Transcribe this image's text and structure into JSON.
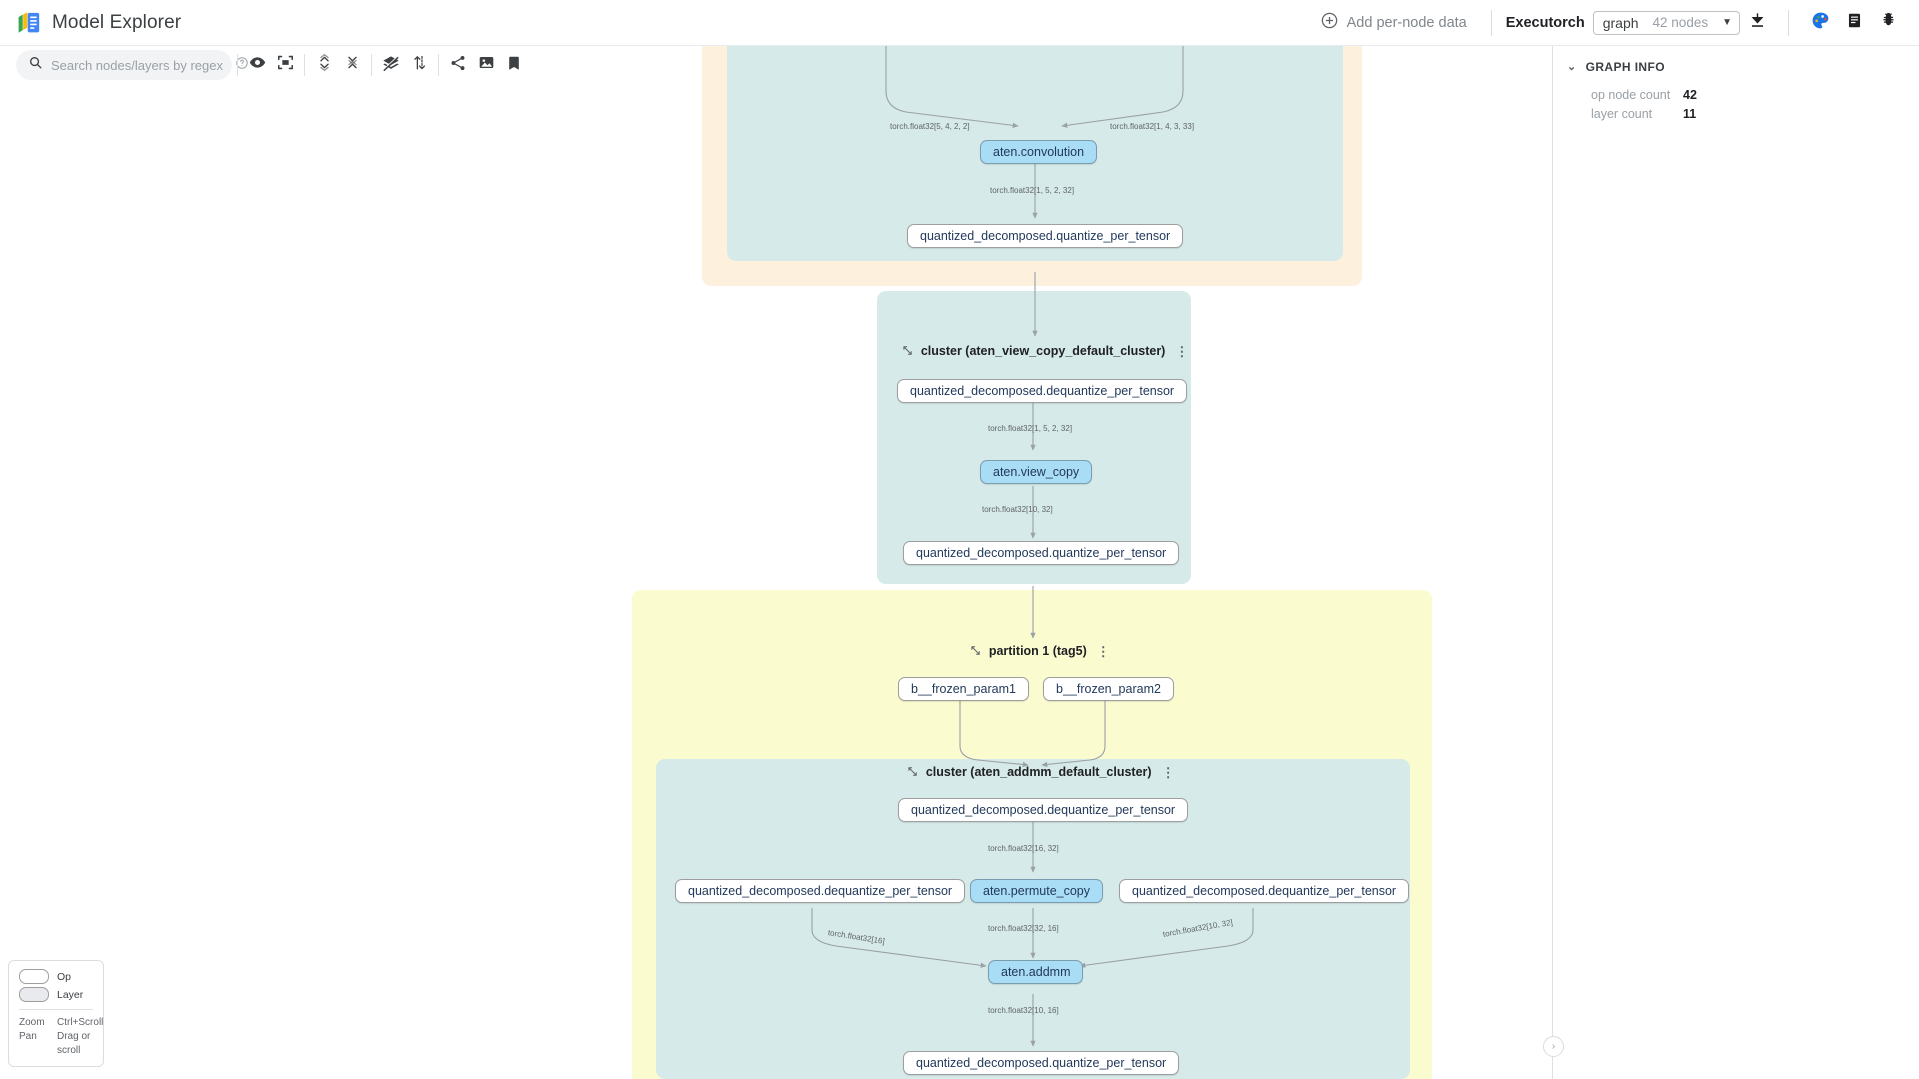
{
  "app": {
    "title": "Model Explorer",
    "logo_icon": "model-explorer-logo"
  },
  "header": {
    "add_per_node_data": "Add per-node data",
    "add_icon": "plus-circle-icon",
    "model_name": "Executorch",
    "graph_select": {
      "value": "graph",
      "node_count": "42 nodes",
      "caret": "▼"
    },
    "download_icon": "download-icon",
    "palette_icon": "palette-icon",
    "doc_icon": "document-icon",
    "bug_icon": "bug-icon"
  },
  "toolbar": {
    "search": {
      "placeholder": "Search nodes/layers by regex",
      "value": "",
      "search_icon": "search-icon",
      "help_icon": "help-circle-icon"
    },
    "buttons": [
      {
        "name": "toggle-visibility",
        "icon": "eye-icon"
      },
      {
        "name": "fit-to-screen",
        "icon": "fit-screen-icon"
      },
      {
        "name": "expand-all-layers",
        "icon": "expand-layers-icon"
      },
      {
        "name": "collapse-all-layers",
        "icon": "collapse-layers-icon"
      },
      {
        "name": "hide-layers",
        "icon": "layers-off-icon"
      },
      {
        "name": "flip-direction",
        "icon": "arrows-updown-icon"
      },
      {
        "name": "share-graph",
        "icon": "share-icon"
      },
      {
        "name": "download-image",
        "icon": "image-icon"
      },
      {
        "name": "bookmark",
        "icon": "bookmark-icon"
      }
    ]
  },
  "legend": {
    "op_label": "Op",
    "layer_label": "Layer",
    "zoom_key": "Zoom",
    "zoom_value": "Ctrl+Scroll",
    "pan_key": "Pan",
    "pan_value": "Drag or scroll"
  },
  "right_panel": {
    "section_title": "GRAPH INFO",
    "chevron": "⌄",
    "rows": [
      {
        "key": "op node count",
        "value": "42"
      },
      {
        "key": "layer count",
        "value": "11"
      }
    ],
    "collapse_handle": "›"
  },
  "graph": {
    "groups": [
      {
        "id": "partition0",
        "type": "partition",
        "label": ""
      },
      {
        "id": "cluster_conv",
        "type": "cluster",
        "label": ""
      },
      {
        "id": "cluster_view_copy",
        "type": "cluster",
        "label": "cluster (aten_view_copy_default_cluster)"
      },
      {
        "id": "partition1",
        "type": "partition",
        "label": "partition 1 (tag5)"
      },
      {
        "id": "cluster_addmm",
        "type": "cluster",
        "label": "cluster (aten_addmm_default_cluster)"
      }
    ],
    "nodes": [
      {
        "id": "n_conv",
        "label": "aten.convolution",
        "kind": "op"
      },
      {
        "id": "n_q1",
        "label": "quantized_decomposed.quantize_per_tensor",
        "kind": "layer"
      },
      {
        "id": "n_dq1",
        "label": "quantized_decomposed.dequantize_per_tensor",
        "kind": "layer"
      },
      {
        "id": "n_view",
        "label": "aten.view_copy",
        "kind": "op"
      },
      {
        "id": "n_q2",
        "label": "quantized_decomposed.quantize_per_tensor",
        "kind": "layer"
      },
      {
        "id": "n_param1",
        "label": "b__frozen_param1",
        "kind": "layer"
      },
      {
        "id": "n_param2",
        "label": "b__frozen_param2",
        "kind": "layer"
      },
      {
        "id": "n_dq2",
        "label": "quantized_decomposed.dequantize_per_tensor",
        "kind": "layer"
      },
      {
        "id": "n_dq3",
        "label": "quantized_decomposed.dequantize_per_tensor",
        "kind": "layer"
      },
      {
        "id": "n_permute",
        "label": "aten.permute_copy",
        "kind": "op"
      },
      {
        "id": "n_dq4",
        "label": "quantized_decomposed.dequantize_per_tensor",
        "kind": "layer"
      },
      {
        "id": "n_addmm",
        "label": "aten.addmm",
        "kind": "op"
      },
      {
        "id": "n_q3",
        "label": "quantized_decomposed.quantize_per_tensor",
        "kind": "layer"
      }
    ],
    "edge_labels": [
      {
        "id": "e1",
        "text": "torch.float32[5, 4, 2, 2]"
      },
      {
        "id": "e2",
        "text": "torch.float32[1, 4, 3, 33]"
      },
      {
        "id": "e3",
        "text": "torch.float32[1, 5, 2, 32]"
      },
      {
        "id": "e4",
        "text": "torch.float32[1, 5, 2, 32]"
      },
      {
        "id": "e5",
        "text": "torch.float32[10, 32]"
      },
      {
        "id": "e6",
        "text": "torch.float32[16, 32]"
      },
      {
        "id": "e7",
        "text": "torch.float32[32, 16]"
      },
      {
        "id": "e8",
        "text": "torch.float32[16]"
      },
      {
        "id": "e9",
        "text": "torch.float32[10, 32]"
      },
      {
        "id": "e10",
        "text": "torch.float32[10, 16]"
      }
    ]
  },
  "colors": {
    "partition_orange": "#fdf0dc",
    "partition_yellow": "#fbfbd0",
    "cluster_teal": "#d6eae9",
    "op_node": "#a9dcf5",
    "node_text": "#23395b"
  }
}
